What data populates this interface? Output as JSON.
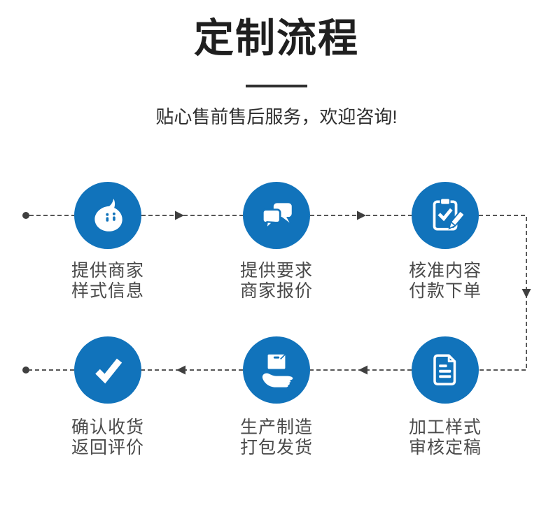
{
  "header": {
    "title": "定制流程",
    "subtitle": "贴心售前售后服务，欢迎咨询!"
  },
  "steps": [
    {
      "icon": "chat-mascot-icon",
      "line1": "提供商家",
      "line2": "样式信息"
    },
    {
      "icon": "speech-bubbles-icon",
      "line1": "提供要求",
      "line2": "商家报价"
    },
    {
      "icon": "clipboard-check-icon",
      "line1": "核准内容",
      "line2": "付款下单"
    },
    {
      "icon": "document-icon",
      "line1": "加工样式",
      "line2": "审核定稿"
    },
    {
      "icon": "box-in-hand-icon",
      "line1": "生产制造",
      "line2": "打包发货"
    },
    {
      "icon": "checkmark-icon",
      "line1": "确认收货",
      "line2": "返回评价"
    }
  ],
  "flow": {
    "direction_row1": "left-to-right",
    "direction_row2": "right-to-left"
  },
  "colors": {
    "accent_blue": "#1173bb",
    "connector": "#3f3f3f",
    "title_text": "#1f1f1f",
    "label_text": "#4a4a4a",
    "background": "#ffffff"
  }
}
